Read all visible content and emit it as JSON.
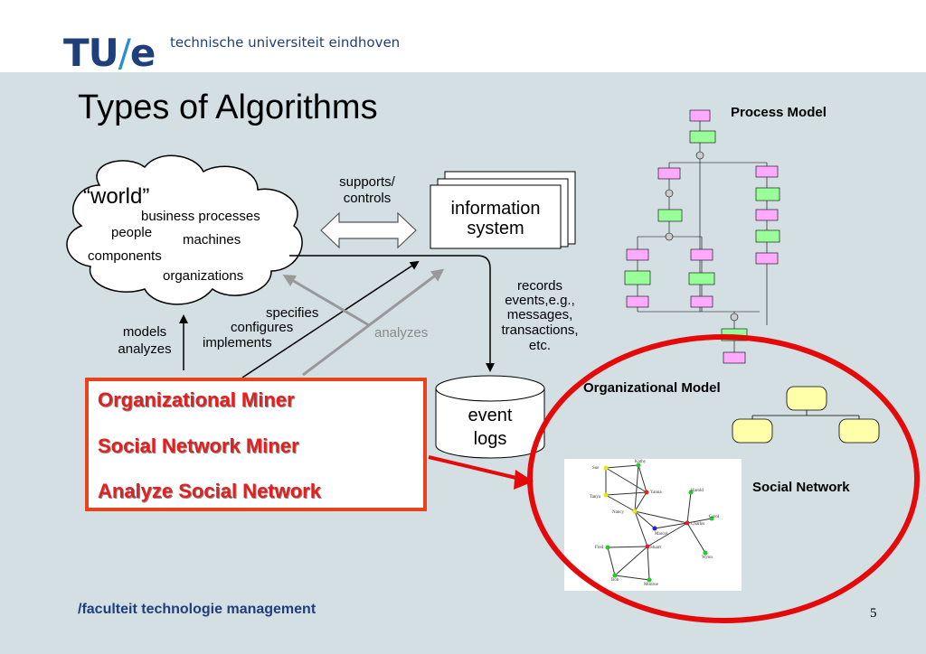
{
  "header": {
    "logo_main": "TU",
    "logo_slash": "/",
    "logo_e": "e",
    "university": "technische universiteit eindhoven"
  },
  "slide": {
    "title": "Types of Algorithms",
    "page_number": "5",
    "footer": "/faculteit technologie management"
  },
  "world": {
    "title": "“world”",
    "items": [
      "business processes",
      "people",
      "machines",
      "components",
      "organizations"
    ]
  },
  "info_system": {
    "line1": "information",
    "line2": "system",
    "supports": "supports/",
    "controls": "controls"
  },
  "records": [
    "records",
    "events,e.g.,",
    "messages,",
    "transactions,",
    "etc."
  ],
  "event_logs": {
    "line1": "event",
    "line2": "logs"
  },
  "models": {
    "line1": "models",
    "line2": "analyzes"
  },
  "specifies": [
    "specifies",
    "configures",
    "implements"
  ],
  "analyzes_label": "analyzes",
  "miners": [
    "Organizational Miner",
    "Social Network Miner",
    "Analyze Social Network"
  ],
  "right_labels": {
    "process_model": "Process Model",
    "org_model": "Organizational Model",
    "social_network": "Social Network"
  },
  "social_nodes": [
    "Sue",
    "Kathy",
    "Tanya",
    "Yanna",
    "Nancy",
    "Harold",
    "Marcel",
    "Charles",
    "Carol",
    "Fred",
    "Stuart",
    "Wynn",
    "Bob",
    "Monroe"
  ],
  "colors": {
    "accent_red": "#e41f1f",
    "box_border": "#e8431c",
    "brand_blue": "#1f3f7a",
    "ellipse_red": "#e50a0a"
  }
}
